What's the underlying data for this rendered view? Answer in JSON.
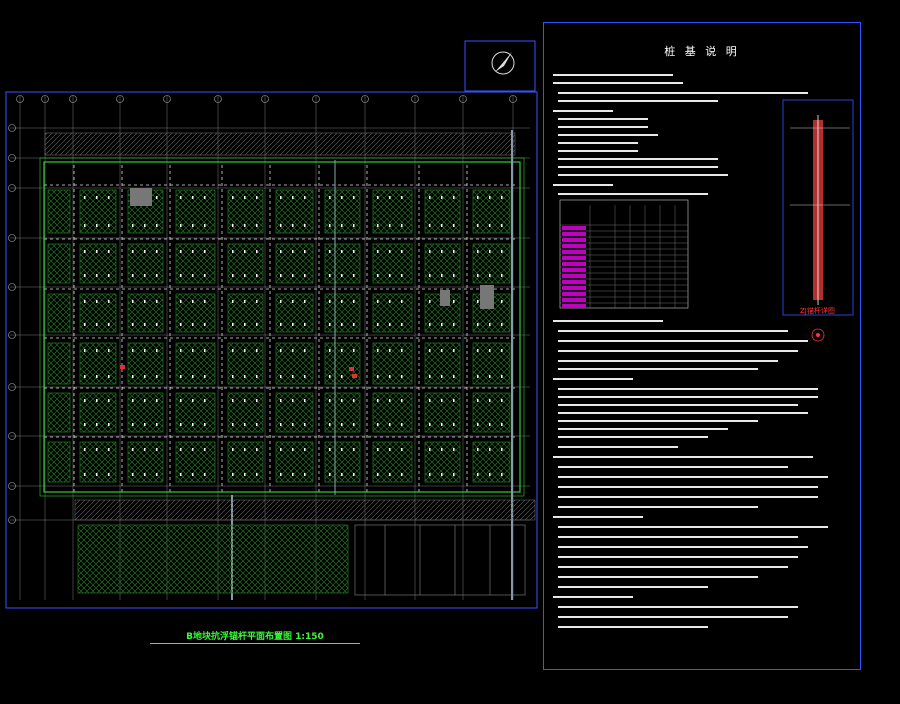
{
  "drawing": {
    "plan_title": "B地块抗浮锚杆平面布置图 1:150",
    "notes_title": "桩 基 说 明",
    "detail_title": "ZJ锚杆详图"
  },
  "colors": {
    "background": "#000000",
    "frame": "#3355ff",
    "axis": "#7a7a7a",
    "hatch": "#1f6e1f",
    "wall": "#33cc33",
    "label": "#33ff33",
    "note_text": "#e8e8e8",
    "table_highlight": "#c000c0",
    "pile_red": "#b03030"
  },
  "icons": {
    "north": "north-arrow-icon"
  }
}
